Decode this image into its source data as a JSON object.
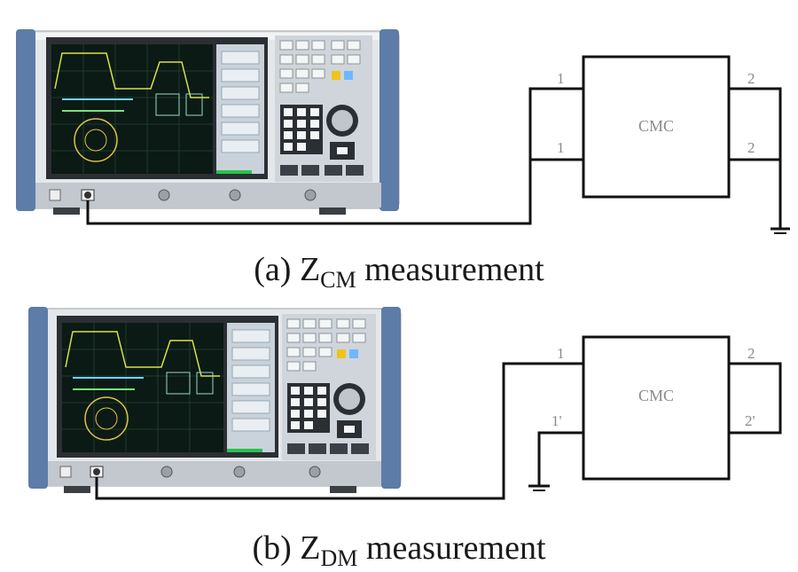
{
  "panel_a": {
    "caption": {
      "prefix": "(a) Z",
      "subscript": "CM",
      "suffix": " measurement"
    },
    "device": {
      "label": "CMC"
    },
    "ports": {
      "left_top": "1",
      "left_bottom": "1",
      "right_top": "2",
      "right_bottom": "2"
    }
  },
  "panel_b": {
    "caption": {
      "prefix": "(b) Z",
      "subscript": "DM",
      "suffix": " measurement"
    },
    "device": {
      "label": "CMC"
    },
    "ports": {
      "left_top": "1",
      "left_bottom": "1'",
      "right_top": "2",
      "right_bottom": "2'"
    }
  },
  "colors": {
    "instrument_body": "#d8dce0",
    "side_handle": "#5d7ca8",
    "screen": "#0b1a14",
    "wire": "#111111"
  }
}
